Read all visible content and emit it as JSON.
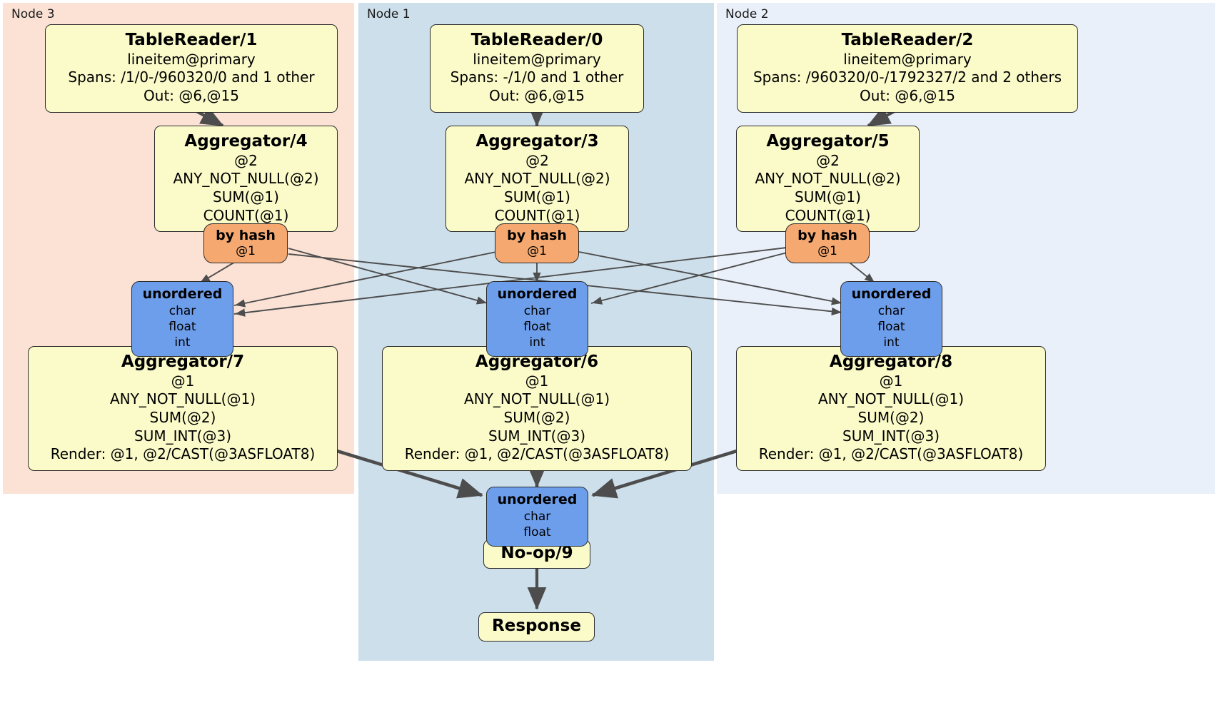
{
  "diagram": {
    "title": "Distributed query plan",
    "colors": {
      "node3_panel": "#fbe2d5",
      "node1_panel": "#cddfeb",
      "node2_panel": "#eaf0fa",
      "processor_box": "#fbfbca",
      "router_box": "#f5a971",
      "synchronizer_box": "#6d9eeb",
      "edge": "#4d4d4d",
      "border": "#2b2b2b"
    }
  },
  "nodes": [
    {
      "id": "node3",
      "label": "Node 3"
    },
    {
      "id": "node1",
      "label": "Node 1"
    },
    {
      "id": "node2",
      "label": "Node 2"
    }
  ],
  "processors": {
    "table_reader_1": {
      "title": "TableReader/1",
      "lines": [
        "lineitem@primary",
        "Spans: /1/0-/960320/0 and 1 other",
        "Out: @6,@15"
      ]
    },
    "table_reader_0": {
      "title": "TableReader/0",
      "lines": [
        "lineitem@primary",
        "Spans: -/1/0 and 1 other",
        "Out: @6,@15"
      ]
    },
    "table_reader_2": {
      "title": "TableReader/2",
      "lines": [
        "lineitem@primary",
        "Spans: /960320/0-/1792327/2 and 2 others",
        "Out: @6,@15"
      ]
    },
    "aggregator_4": {
      "title": "Aggregator/4",
      "lines": [
        "@2",
        "ANY_NOT_NULL(@2)",
        "SUM(@1)",
        "COUNT(@1)"
      ]
    },
    "aggregator_3": {
      "title": "Aggregator/3",
      "lines": [
        "@2",
        "ANY_NOT_NULL(@2)",
        "SUM(@1)",
        "COUNT(@1)"
      ]
    },
    "aggregator_5": {
      "title": "Aggregator/5",
      "lines": [
        "@2",
        "ANY_NOT_NULL(@2)",
        "SUM(@1)",
        "COUNT(@1)"
      ]
    },
    "aggregator_7": {
      "title": "Aggregator/7",
      "lines": [
        "@1",
        "ANY_NOT_NULL(@1)",
        "SUM(@2)",
        "SUM_INT(@3)",
        "Render: @1, @2/CAST(@3ASFLOAT8)"
      ]
    },
    "aggregator_6": {
      "title": "Aggregator/6",
      "lines": [
        "@1",
        "ANY_NOT_NULL(@1)",
        "SUM(@2)",
        "SUM_INT(@3)",
        "Render: @1, @2/CAST(@3ASFLOAT8)"
      ]
    },
    "aggregator_8": {
      "title": "Aggregator/8",
      "lines": [
        "@1",
        "ANY_NOT_NULL(@1)",
        "SUM(@2)",
        "SUM_INT(@3)",
        "Render: @1, @2/CAST(@3ASFLOAT8)"
      ]
    },
    "noop_9": {
      "title": "No-op/9",
      "lines": []
    },
    "response": {
      "title": "Response",
      "lines": []
    }
  },
  "routers": {
    "by_hash_left": {
      "title": "by hash",
      "lines": [
        "@1"
      ]
    },
    "by_hash_center": {
      "title": "by hash",
      "lines": [
        "@1"
      ]
    },
    "by_hash_right": {
      "title": "by hash",
      "lines": [
        "@1"
      ]
    }
  },
  "synchronizers": {
    "unordered_left": {
      "title": "unordered",
      "lines": [
        "char",
        "float",
        "int"
      ]
    },
    "unordered_center": {
      "title": "unordered",
      "lines": [
        "char",
        "float",
        "int"
      ]
    },
    "unordered_right": {
      "title": "unordered",
      "lines": [
        "char",
        "float",
        "int"
      ]
    },
    "unordered_final": {
      "title": "unordered",
      "lines": [
        "char",
        "float"
      ]
    }
  }
}
